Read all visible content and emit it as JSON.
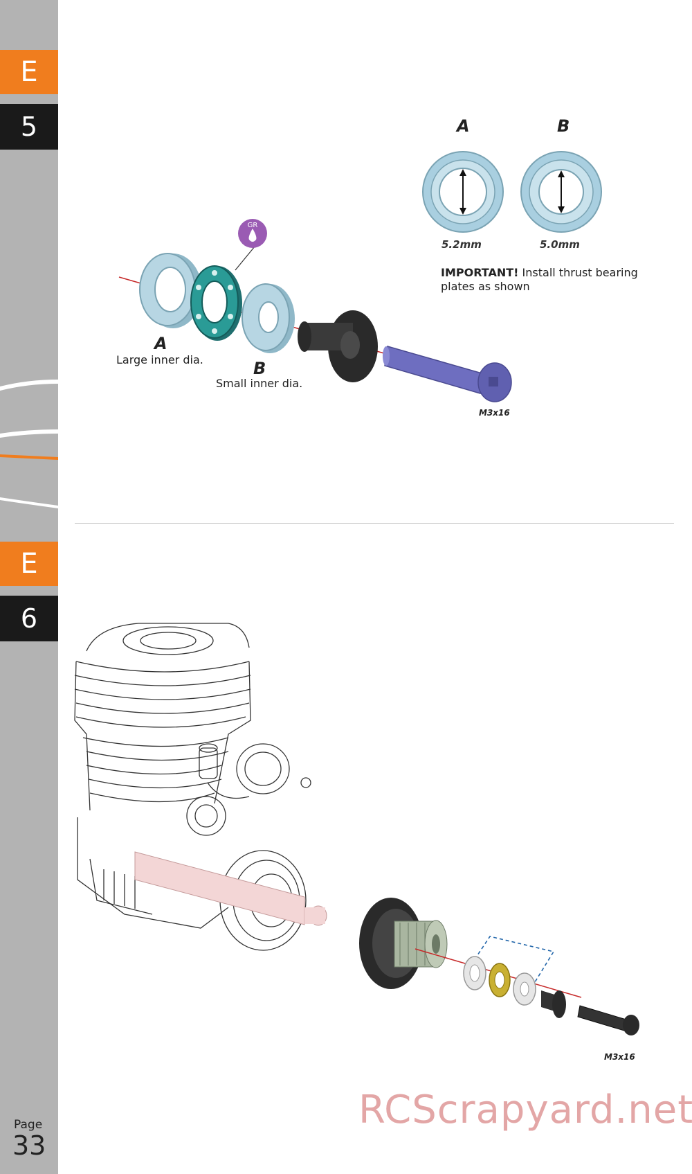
{
  "steps": [
    {
      "letter": "E",
      "number": "5"
    },
    {
      "letter": "E",
      "number": "6"
    }
  ],
  "step5": {
    "bearing_a_label": "A",
    "bearing_a_desc": "Large inner dia.",
    "bearing_b_label": "B",
    "bearing_b_desc": "Small inner dia.",
    "grease_tag": "GR",
    "screw_label": "M3x16",
    "detail": {
      "a_label": "A",
      "b_label": "B",
      "a_size": "5.2mm",
      "b_size": "5.0mm"
    },
    "note_bold": "IMPORTANT!",
    "note_text": " Install thrust bearing plates as shown"
  },
  "step6": {
    "screw_label": "M3x16"
  },
  "page": {
    "label": "Page",
    "number": "33"
  },
  "watermark": "RCScrapyard.net",
  "colors": {
    "accent": "#f07d1e",
    "sidebar": "#b3b3b3",
    "step_number_bg": "#1a1a1a",
    "bearing": "#a9cfe0",
    "washer": "#2a8b8b",
    "screw": "#6e6ec0",
    "grease_badge": "#9a5bb3"
  }
}
